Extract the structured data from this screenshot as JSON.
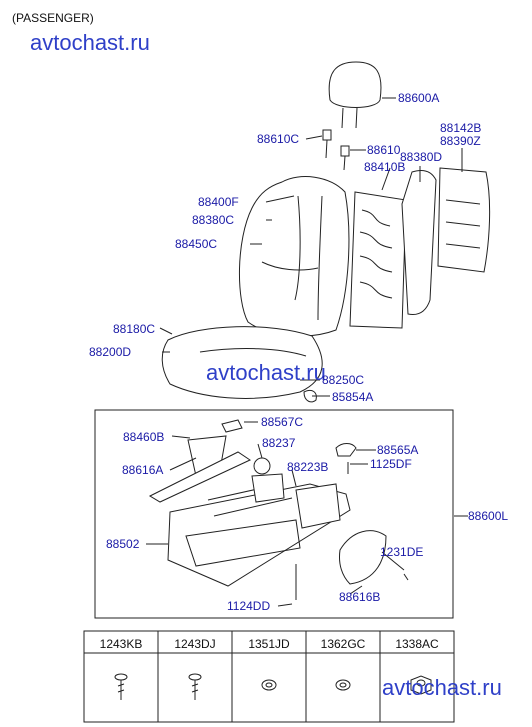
{
  "header": {
    "title": "(PASSENGER)"
  },
  "watermarks": {
    "top": "avtochast.ru",
    "middle": "avtochast.ru",
    "bottom": "avtochast.ru"
  },
  "parts": {
    "p88600A": "88600A",
    "p88610C": "88610C",
    "p88610": "88610",
    "p88410B": "88410B",
    "p88142B": "88142B",
    "p88390Z": "88390Z",
    "p88380D": "88380D",
    "p88400F": "88400F",
    "p88380C": "88380C",
    "p88450C": "88450C",
    "p88180C": "88180C",
    "p88200D": "88200D",
    "p88250C": "88250C",
    "p85854A": "85854A",
    "p88567C": "88567C",
    "p88460B": "88460B",
    "p88237": "88237",
    "p88565A": "88565A",
    "p1125DF": "1125DF",
    "p88616A": "88616A",
    "p88223B": "88223B",
    "p88600L": "88600L",
    "p88502": "88502",
    "p1231DE": "1231DE",
    "p88616B": "88616B",
    "p1124DD": "1124DD"
  },
  "fasteners": [
    "1243KB",
    "1243DJ",
    "1351JD",
    "1362GC",
    "1338AC"
  ],
  "colors": {
    "label_blue": "#1a1aa6",
    "watermark": "#2f40c8",
    "line": "#222222"
  }
}
